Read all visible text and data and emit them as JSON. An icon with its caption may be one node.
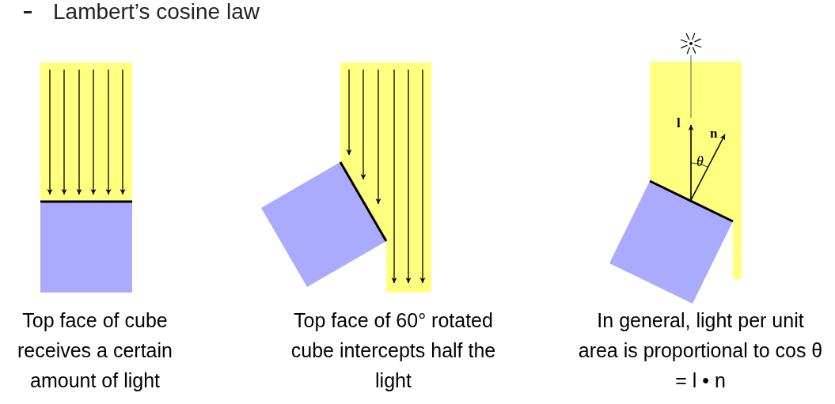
{
  "diagram": {
    "title": "Lambert’s cosine law",
    "labels": [
      "Top face of cube receives a certain amount of light",
      "Top face of 60° rotated cube intercepts half the light",
      "In general, light per unit area is proportional to cos θ = l • n",
      "l",
      "n",
      "θ"
    ]
  }
}
